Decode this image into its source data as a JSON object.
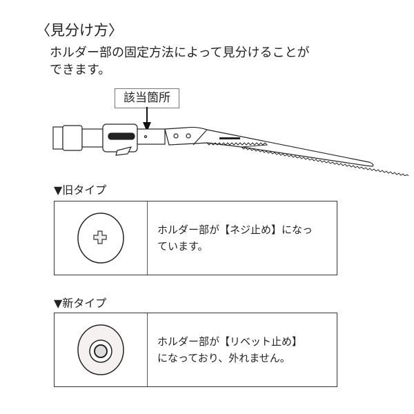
{
  "title": "〈見分け方〉",
  "intro": {
    "line1": "ホルダー部の固定方法によって見分けることが",
    "line2": "できます。"
  },
  "callout": "該当箇所",
  "old_type": {
    "label": "▼旧タイプ",
    "line1": "ホルダー部が【ネジ止め】になっ",
    "line2": "ています。"
  },
  "new_type": {
    "label": "▼新タイプ",
    "line1": "ホルダー部が【リベット止め】",
    "line2": "になっており、外れません。"
  }
}
